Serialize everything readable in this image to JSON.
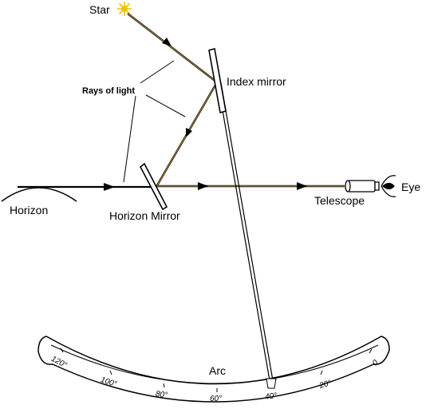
{
  "labels": {
    "star": "Star",
    "rays_of_light": "Rays of light",
    "index_mirror": "Index mirror",
    "horizon": "Horizon",
    "horizon_mirror": "Horizon Mirror",
    "telescope": "Telescope",
    "eye": "Eye",
    "arc": "Arc"
  },
  "arc_scale": [
    "120°",
    "100°",
    "80°",
    "60°",
    "40°",
    "20°",
    "0"
  ],
  "colors": {
    "star": "#f2c200",
    "ray": "#a07a1a",
    "line": "#000000"
  }
}
